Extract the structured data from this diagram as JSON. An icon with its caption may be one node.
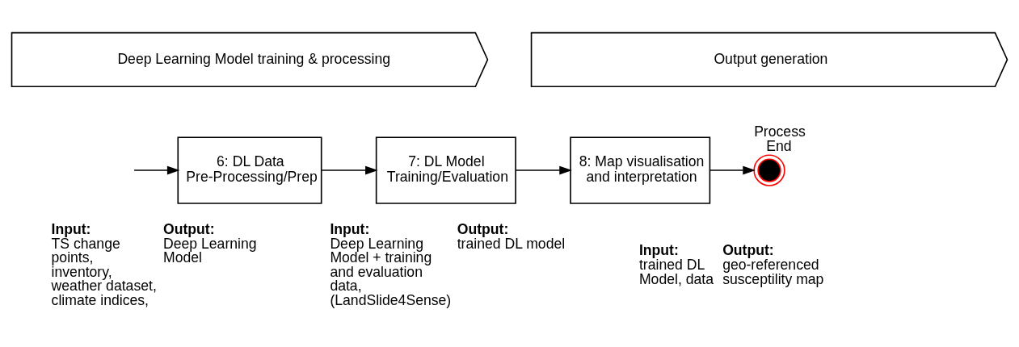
{
  "diagram": {
    "nodes": [
      {
        "text": [
          "Deep Learning Model training & processing"
        ]
      },
      {
        "text": [
          "Output generation"
        ]
      },
      {
        "text": [
          "6: DL Data Pre-Processing/Prep"
        ],
        "beside": [
          "Input:",
          "TS change points, inventory, weather dataset, climate indices,",
          "Output:",
          "Deep Learning Model"
        ]
      },
      {
        "text": [
          "7: DL Model Training/Evaluation"
        ],
        "beside": [
          "Input:",
          "Deep Learning Model + training and evaluation data, (LandSlide4Sense)",
          "Output:",
          "trained DL model"
        ]
      },
      {
        "text": [
          "8: Map visualisation and interpretation"
        ],
        "beside": [
          "Input:",
          "trained DL Model, data",
          "Output:",
          "geo-referenced susceptility map"
        ]
      },
      {
        "text": [],
        "shape": "circle",
        "beside": [
          "Process End"
        ]
      }
    ],
    "edges": [
      {
        "from": null,
        "to": 2,
        "arrow": "to"
      },
      {
        "from": 2,
        "to": 3,
        "arrow": "to"
      },
      {
        "from": 3,
        "to": 4,
        "arrow": "to"
      },
      {
        "from": 4,
        "to": 5,
        "arrow": "to"
      }
    ]
  }
}
